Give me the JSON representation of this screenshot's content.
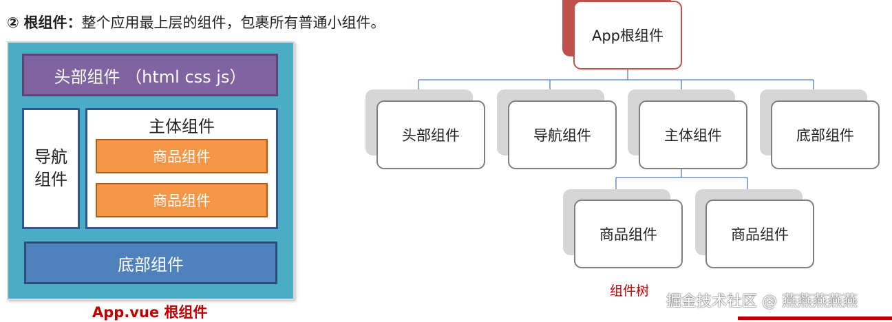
{
  "heading": {
    "marker": "②",
    "title": "根组件：",
    "desc": "整个应用最上层的组件，包裹所有普通小组件。"
  },
  "layout": {
    "header": "头部组件 （html css js）",
    "nav_line1": "导航",
    "nav_line2": "组件",
    "main_title": "主体组件",
    "product1": "商品组件",
    "product2": "商品组件",
    "footer": "底部组件",
    "caption": "App.vue 根组件"
  },
  "tree": {
    "root": "App根组件",
    "children": [
      "头部组件",
      "导航组件",
      "主体组件",
      "底部组件"
    ],
    "grandchildren": [
      "商品组件",
      "商品组件"
    ],
    "caption": "组件树"
  },
  "watermark": "掘金技术社区 @ 燕燕燕燕燕",
  "colors": {
    "app_bg": "#4bacc6",
    "header_bg": "#8064a2",
    "product_bg": "#f79646",
    "footer_bg": "#4f81bd",
    "caption": "#c00000",
    "root_accent": "#c0504d",
    "connector": "#4f81bd"
  }
}
